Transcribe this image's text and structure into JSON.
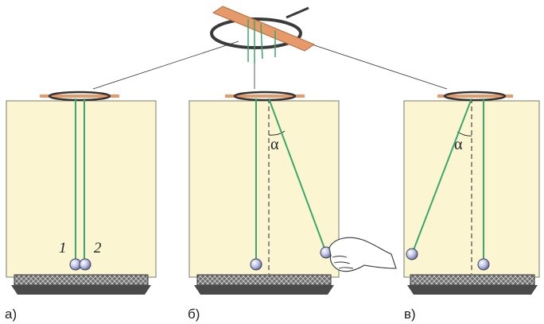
{
  "colors": {
    "board": "#fbf5d2",
    "board_edge": "#7a7a68",
    "thread": "#3aa86a",
    "plank": "#e69a6a",
    "ring": "#3a3a3a",
    "ball": "#b9bfe3",
    "base": "#4a4a4a"
  },
  "panels": {
    "a": {
      "label": "а)",
      "ball1": "1",
      "ball2": "2"
    },
    "b": {
      "label": "б)",
      "angle": "α"
    },
    "v": {
      "label": "в)",
      "angle": "α"
    }
  },
  "icons": {
    "hand": "hand-icon",
    "suspension": "ring-suspension-icon"
  }
}
